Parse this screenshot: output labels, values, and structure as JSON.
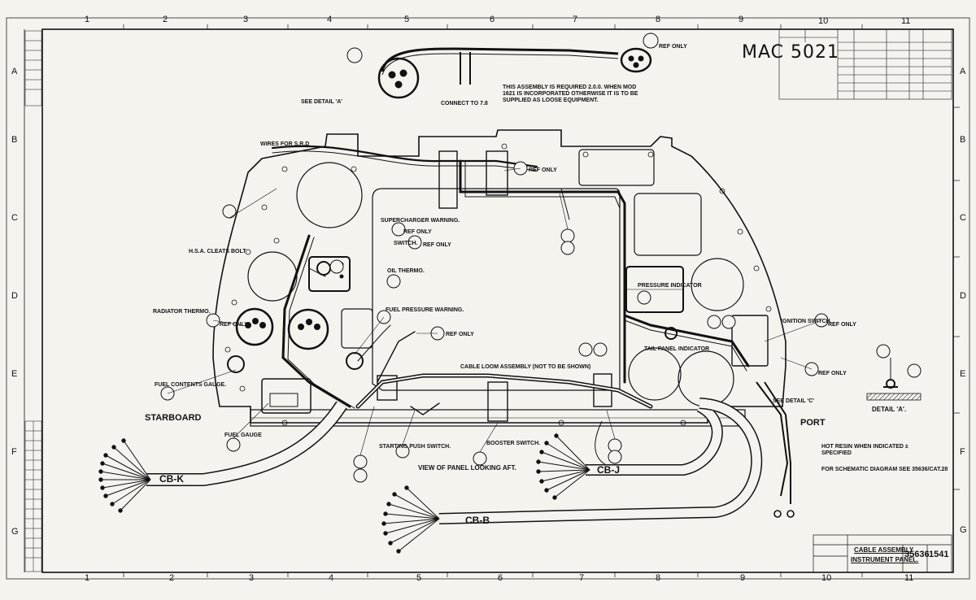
{
  "drawing_ref": "MAC 5021",
  "grid": {
    "columns": [
      "1",
      "2",
      "3",
      "4",
      "5",
      "6",
      "7",
      "8",
      "9",
      "10",
      "11"
    ],
    "rows": [
      "A",
      "B",
      "C",
      "D",
      "E",
      "F",
      "G"
    ]
  },
  "labels": {
    "starboard": "STARBOARD",
    "port": "PORT",
    "view": "VIEW OF PANEL LOOKING AFT.",
    "detail_a": "DETAIL 'A'.",
    "see_detail_c": "SEE DETAIL 'C'",
    "loose_note": "THIS ASSEMBLY IS REQUIRED 2.0.0. WHEN MOD 1621 IS INCORPORATED OTHERWISE IT IS TO BE SUPPLIED AS LOOSE EQUIPMENT.",
    "connect_to": "CONNECT TO 7.8",
    "hot_note": "HOT RESIN WHEN INDICATED ± SPECIFIED",
    "schematic_note": "FOR SCHEMATIC DIAGRAM SEE 35636/CAT.28",
    "ref_only": "REF ONLY"
  },
  "callouts": {
    "radiator": "RADIATOR THERMO.",
    "fuel_contents": "FUEL CONTENTS GAUGE.",
    "fuel_gauge": "FUEL GAUGE",
    "fuel_pressure": "FUEL PRESSURE WARNING.",
    "starter": "STARTING PUSH SWITCH.",
    "ignition": "IGNITION SWITCH.",
    "booster": "BOOSTER SWITCH.",
    "supercharger": "SUPERCHARGER WARNING.",
    "oil_thermo": "OIL THERMO.",
    "switch": "SWITCH.",
    "tail_panel": "TAIL PANEL INDICATOR",
    "pressure": "PRESSURE INDICATOR",
    "hs_alloy": "H.S.A. CLEATS BOLT",
    "cable_loom": "CABLE LOOM ASSEMBLY (NOT TO BE SHOWN)",
    "see_detail_a": "SEE DETAIL 'A'",
    "wires_for": "WIRES FOR S.R.D"
  },
  "cables": [
    "CB-K",
    "CB-J",
    "CB-B"
  ],
  "title_block": {
    "title": "CABLE ASSEMBLY",
    "subtitle": "INSTRUMENT PANEL.",
    "drawing_no": "35636",
    "sheet": "1541"
  },
  "colors": {
    "paper": "#f4f3ee",
    "ink": "#111111"
  }
}
